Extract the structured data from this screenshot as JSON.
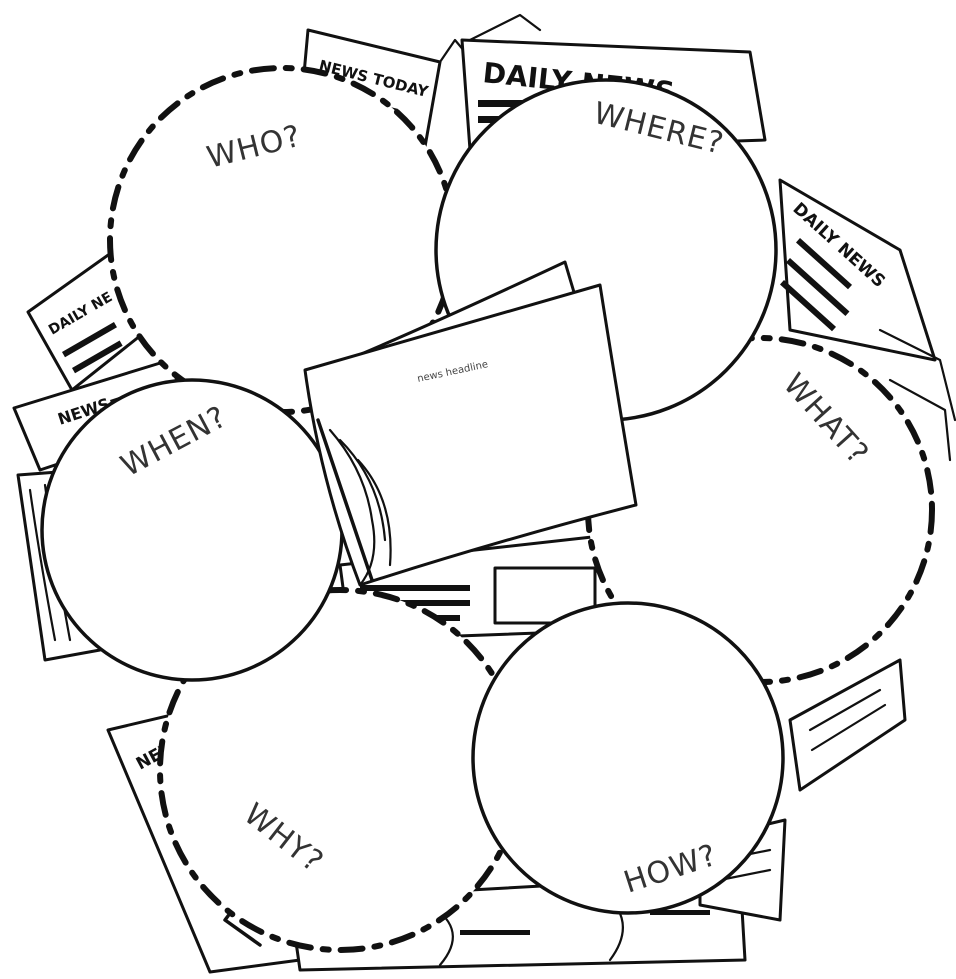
{
  "questions": {
    "who": "WHO?",
    "where": "WHERE?",
    "what": "WHAT?",
    "how": "HOW?",
    "why": "WHY?",
    "when": "WHEN?"
  },
  "newspapers": {
    "top_left": "NEWS TODAY",
    "top": "DAILY NEWS",
    "right": "DAILY NEWS",
    "left_upper": "DAILY NE",
    "left_lower": "NEWS",
    "bottom_left": "NEWS"
  },
  "center_paper": {
    "headline": "news headline"
  }
}
